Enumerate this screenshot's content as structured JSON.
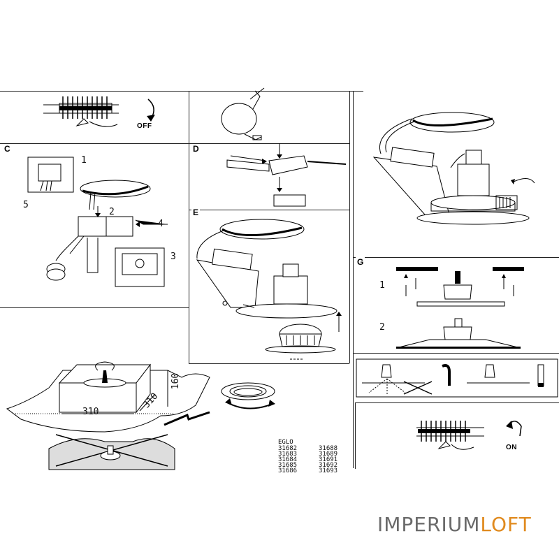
{
  "labels": {
    "c": "C",
    "d": "D",
    "e": "E",
    "g": "G"
  },
  "switch": {
    "off": "OFF",
    "on": "ON"
  },
  "dimensions": {
    "depth": "160",
    "width": "310",
    "length": "310"
  },
  "product": {
    "brand": "EGLO",
    "codes_col1": [
      "31682",
      "31683",
      "31684",
      "31685",
      "31686"
    ],
    "codes_col2": [
      "31688",
      "31689",
      "31691",
      "31692",
      "31693"
    ]
  },
  "watermark": {
    "part1": "IMPERIUM",
    "part2": "LOFT",
    "color1": "#6a6a6a",
    "color2": "#e08a1e"
  },
  "steps": {
    "c": [
      "1",
      "2",
      "3",
      "4",
      "5"
    ],
    "g": [
      "1",
      "2"
    ]
  }
}
